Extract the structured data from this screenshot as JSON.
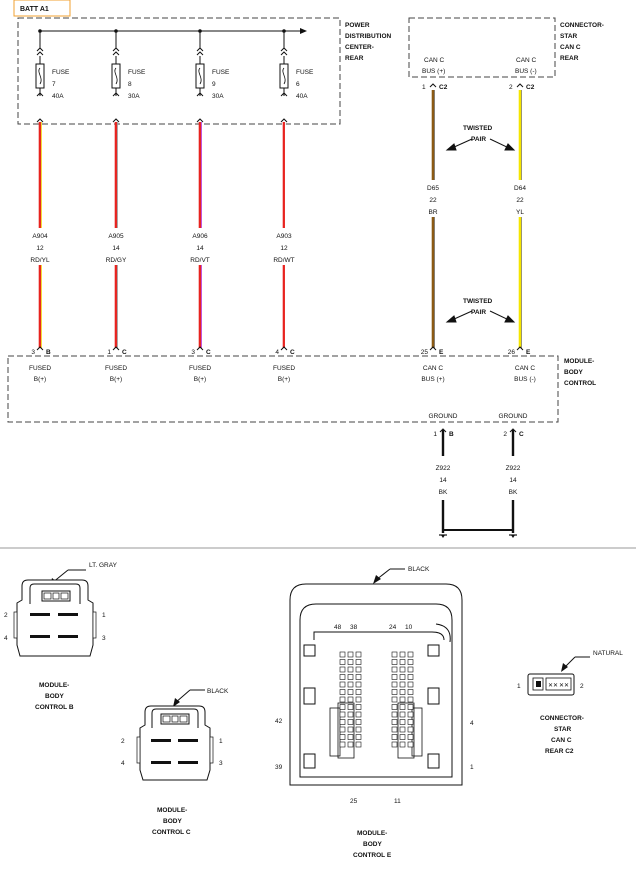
{
  "battery_label": "BATT A1",
  "pdc": {
    "label_lines": [
      "POWER",
      "DISTRIBUTION",
      "CENTER-",
      "REAR"
    ],
    "fuses": [
      {
        "lines": [
          "FUSE",
          "7",
          "40A"
        ]
      },
      {
        "lines": [
          "FUSE",
          "8",
          "30A"
        ]
      },
      {
        "lines": [
          "FUSE",
          "9",
          "30A"
        ]
      },
      {
        "lines": [
          "FUSE",
          "6",
          "40A"
        ]
      }
    ]
  },
  "star": {
    "label_lines": [
      "CONNECTOR-",
      "STAR",
      "CAN C",
      "REAR"
    ],
    "pins": [
      {
        "top": "CAN C",
        "bottom": "BUS (+)",
        "pin": "1",
        "conn": "C2"
      },
      {
        "top": "CAN C",
        "bottom": "BUS (-)",
        "pin": "2",
        "conn": "C2"
      }
    ]
  },
  "twisted_pair": [
    "TWISTED",
    "PAIR"
  ],
  "wires": [
    {
      "lines": [
        "A904",
        "12",
        "RD/YL"
      ],
      "color": "#e8231f",
      "stripe": "#f2d51a"
    },
    {
      "lines": [
        "A905",
        "14",
        "RD/GY"
      ],
      "color": "#e8231f",
      "stripe": "#9a9a9a"
    },
    {
      "lines": [
        "A906",
        "14",
        "RD/VT"
      ],
      "color": "#e8231f",
      "stripe": "#b43ad6"
    },
    {
      "lines": [
        "A903",
        "12",
        "RD/WT"
      ],
      "color": "#e8231f",
      "stripe": "#ffffff"
    },
    {
      "lines": [
        "D65",
        "22",
        "BR"
      ],
      "color": "#8b5a14",
      "stripe": ""
    },
    {
      "lines": [
        "D64",
        "22",
        "YL"
      ],
      "color": "#f5e600",
      "stripe": ""
    }
  ],
  "module": {
    "label_lines": [
      "MODULE-",
      "BODY",
      "CONTROL"
    ],
    "pins": [
      {
        "num": "3",
        "conn": "B",
        "lines": [
          "FUSED",
          "B(+)"
        ]
      },
      {
        "num": "1",
        "conn": "C",
        "lines": [
          "FUSED",
          "B(+)"
        ]
      },
      {
        "num": "3",
        "conn": "C",
        "lines": [
          "FUSED",
          "B(+)"
        ]
      },
      {
        "num": "4",
        "conn": "C",
        "lines": [
          "FUSED",
          "B(+)"
        ]
      },
      {
        "num": "25",
        "conn": "E",
        "lines": [
          "CAN C",
          "BUS (+)"
        ]
      },
      {
        "num": "26",
        "conn": "E",
        "lines": [
          "CAN C",
          "BUS (-)"
        ]
      }
    ],
    "grounds": [
      {
        "label": "GROUND",
        "num": "1",
        "conn": "B",
        "wire": [
          "Z922",
          "14",
          "BK"
        ]
      },
      {
        "label": "GROUND",
        "num": "2",
        "conn": "C",
        "wire": [
          "Z922",
          "14",
          "BK"
        ]
      }
    ]
  },
  "connectors": {
    "b": {
      "color_label": "LT. GRAY",
      "pins": {
        "tl": "2",
        "tr": "1",
        "bl": "4",
        "br": "3"
      },
      "title": [
        "MODULE-",
        "BODY",
        "CONTROL B"
      ]
    },
    "c": {
      "color_label": "BLACK",
      "pins": {
        "tl": "2",
        "tr": "1",
        "bl": "4",
        "br": "3"
      },
      "title": [
        "MODULE-",
        "BODY",
        "CONTROL C"
      ]
    },
    "e": {
      "color_label": "BLACK",
      "top_pins": [
        "48",
        "38",
        "24",
        "10"
      ],
      "left_pins": [
        "42",
        "39"
      ],
      "right_pins": [
        "4",
        "1"
      ],
      "bottom_pins": [
        "25",
        "11"
      ],
      "title": [
        "MODULE-",
        "BODY",
        "CONTROL E"
      ]
    },
    "c2": {
      "color_label": "NATURAL",
      "pins": {
        "left": "1",
        "right": "2"
      },
      "title": [
        "CONNECTOR-",
        "STAR",
        "CAN C",
        "REAR C2"
      ]
    }
  },
  "colors": {
    "red": "#e8231f",
    "brown": "#8b5a14",
    "yellow": "#f5e600",
    "battery_box": "#f0a030",
    "black": "#111111"
  }
}
